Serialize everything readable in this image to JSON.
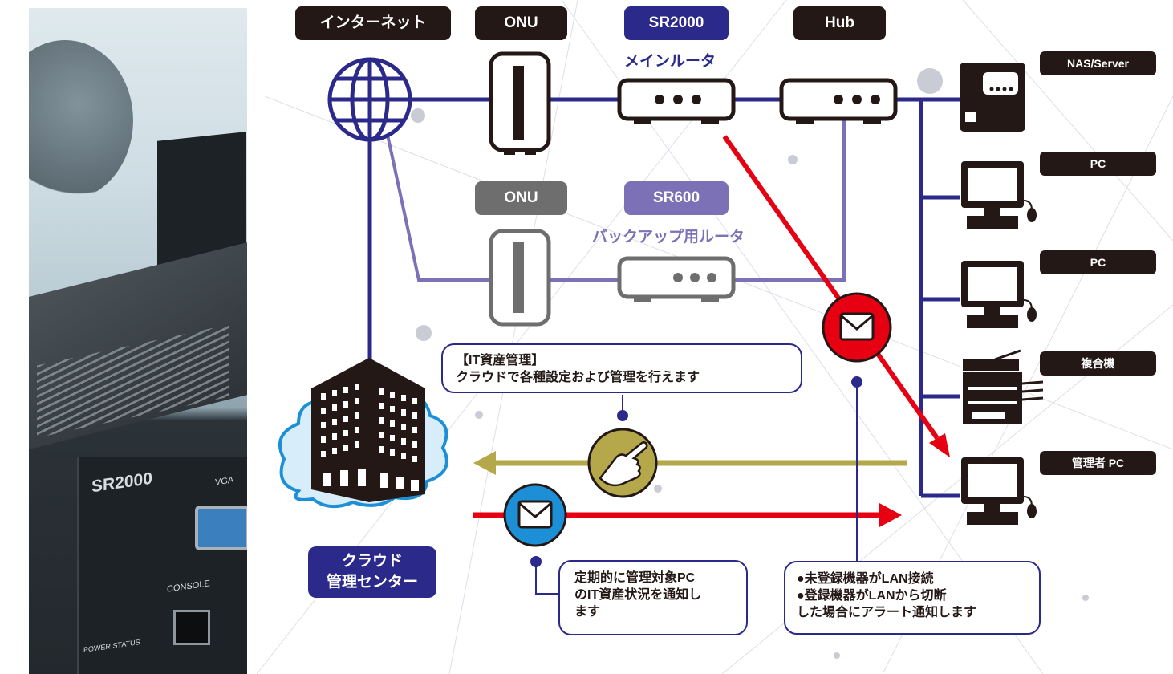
{
  "labels": {
    "internet": "インターネット",
    "onu_main": "ONU",
    "sr2000": "SR2000",
    "hub": "Hub",
    "onu_backup": "ONU",
    "sr600": "SR600",
    "main_router": "メインルータ",
    "backup_router": "バックアップ用ルータ",
    "nas_server": "NAS/Server",
    "pc1": "PC",
    "pc2": "PC",
    "mfp": "複合機",
    "admin_pc": "管理者 PC",
    "cloud_center_line1": "クラウド",
    "cloud_center_line2": "管理センター"
  },
  "callouts": {
    "it_assets": {
      "line1": "【IT資産管理】",
      "line2": "クラウドで各種設定および管理を行えます"
    },
    "periodic": {
      "line1": "定期的に管理対象PC",
      "line2": "のIT資産状況を通知し",
      "line3": "ます"
    },
    "alert": {
      "line1": "●未登録機器がLAN接続",
      "line2": "●登録機器がLANから切断",
      "line3": "した場合にアラート通知します"
    }
  },
  "photo": {
    "model": "SR2000",
    "vga": "VGA",
    "console": "CONSOLE",
    "power": "POWER STATUS"
  },
  "colors": {
    "navy": "#2b2a8a",
    "lavender": "#7c70b7",
    "red": "#e60012",
    "olive": "#b5a84a",
    "dark": "#231815",
    "blue_circle": "#1d8fd6"
  }
}
